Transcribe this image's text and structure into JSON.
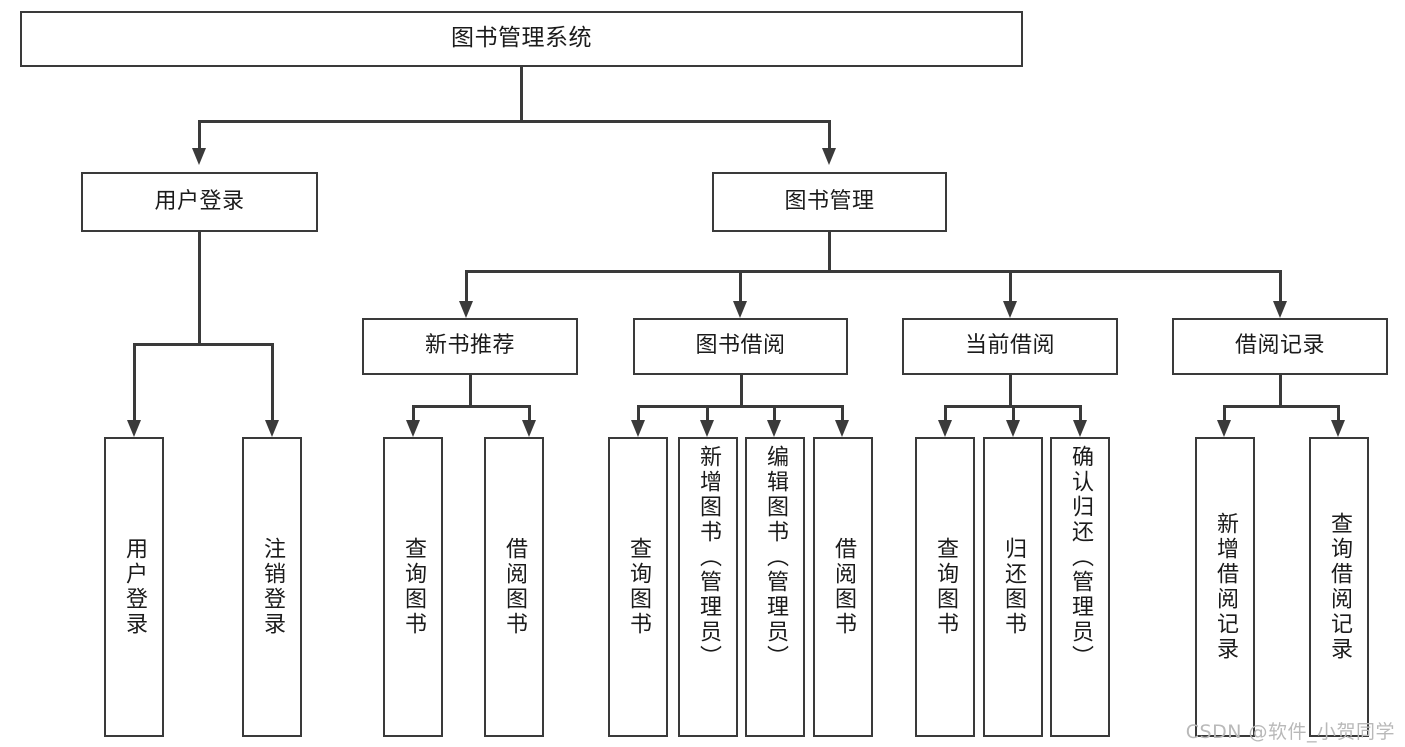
{
  "diagram": {
    "title": "图书管理系统",
    "type": "hierarchy-tree",
    "levels": 3,
    "root": {
      "id": "root",
      "label": "图书管理系统"
    },
    "level1": [
      {
        "id": "user-login",
        "label": "用户登录"
      },
      {
        "id": "book-manage",
        "label": "图书管理"
      }
    ],
    "level2": [
      {
        "id": "new-book-rec",
        "label": "新书推荐"
      },
      {
        "id": "book-borrow",
        "label": "图书借阅"
      },
      {
        "id": "current-borrow",
        "label": "当前借阅"
      },
      {
        "id": "borrow-record",
        "label": "借阅记录"
      }
    ],
    "leaves": {
      "user_login": [
        {
          "id": "leaf-user-login",
          "label": "用户登录"
        },
        {
          "id": "leaf-logout",
          "label": "注销登录"
        }
      ],
      "new_book_rec": [
        {
          "id": "leaf-query-book-1",
          "label": "查询图书"
        },
        {
          "id": "leaf-borrow-book-1",
          "label": "借阅图书"
        }
      ],
      "book_borrow": [
        {
          "id": "leaf-query-book-2",
          "label": "查询图书"
        },
        {
          "id": "leaf-add-book",
          "label": "新增图书（管理员）"
        },
        {
          "id": "leaf-edit-book",
          "label": "编辑图书（管理员）"
        },
        {
          "id": "leaf-borrow-book-2",
          "label": "借阅图书"
        }
      ],
      "current_borrow": [
        {
          "id": "leaf-query-book-3",
          "label": "查询图书"
        },
        {
          "id": "leaf-return-book",
          "label": "归还图书"
        },
        {
          "id": "leaf-confirm-return",
          "label": "确认归还（管理员）"
        }
      ],
      "borrow_record": [
        {
          "id": "leaf-add-record",
          "label": "新增借阅记录"
        },
        {
          "id": "leaf-query-record",
          "label": "查询借阅记录"
        }
      ]
    }
  },
  "watermark": {
    "text": "CSDN @软件_小贺同学"
  },
  "colors": {
    "stroke": "#3a3a3a",
    "background": "#ffffff",
    "text": "#1b1b1b",
    "watermark": "#b9b9b9"
  }
}
